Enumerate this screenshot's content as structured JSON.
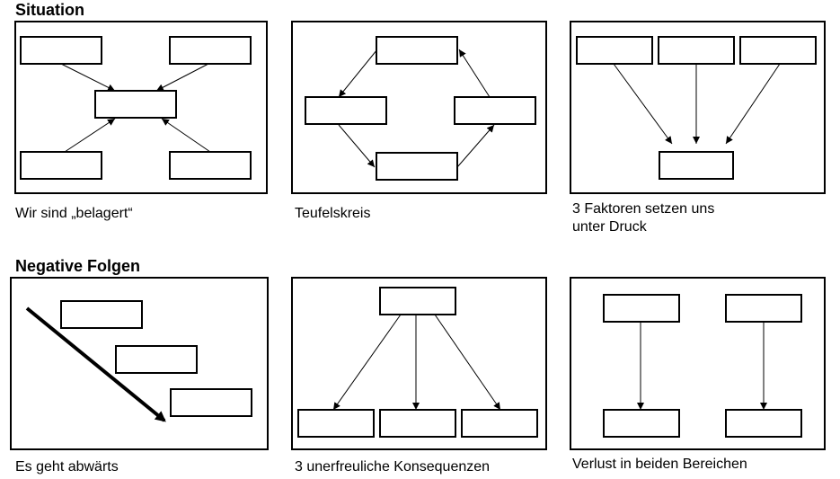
{
  "sections": {
    "situation": "Situation",
    "negative_consequences": "Negative Folgen"
  },
  "captions": {
    "besieged": "Wir sind „belagert“",
    "vicious_circle": "Teufelskreis",
    "three_factors": "3 Faktoren setzen uns\nunter Druck",
    "downhill": "Es geht abwärts",
    "three_consequences": "3 unerfreuliche Konsequenzen",
    "loss_both": "Verlust in beiden Bereichen"
  }
}
